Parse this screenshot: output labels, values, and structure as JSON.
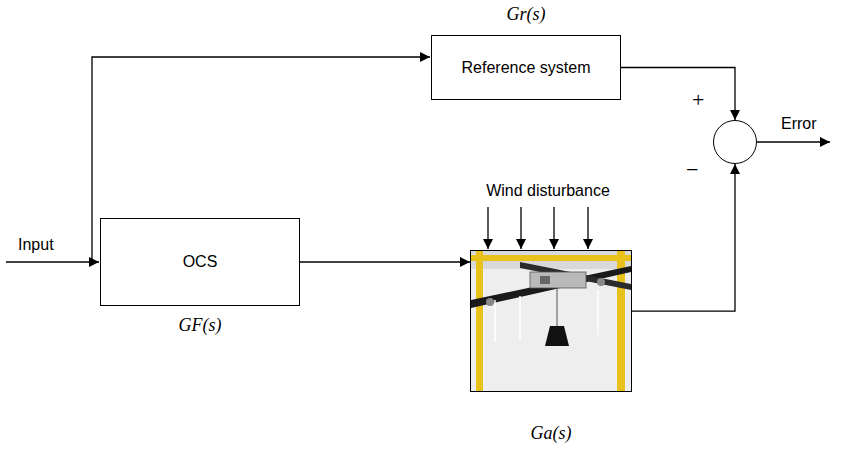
{
  "diagram": {
    "nodes": [
      {
        "text": [
          "Gr(s)",
          "Reference system"
        ]
      },
      {
        "text": [
          "+",
          "−"
        ]
      },
      {
        "text": [
          "OCS",
          "GF(s)"
        ]
      },
      {
        "text": [
          "Ga(s)"
        ]
      }
    ],
    "edges": [
      {
        "from": 2,
        "to": 3,
        "arrow": "to"
      },
      {
        "from": 0,
        "to": 1,
        "arrow": "to"
      },
      {
        "from": 3,
        "to": 1,
        "arrow": "to"
      }
    ],
    "labels": [
      "Input",
      "Wind disturbance",
      "Error"
    ]
  }
}
